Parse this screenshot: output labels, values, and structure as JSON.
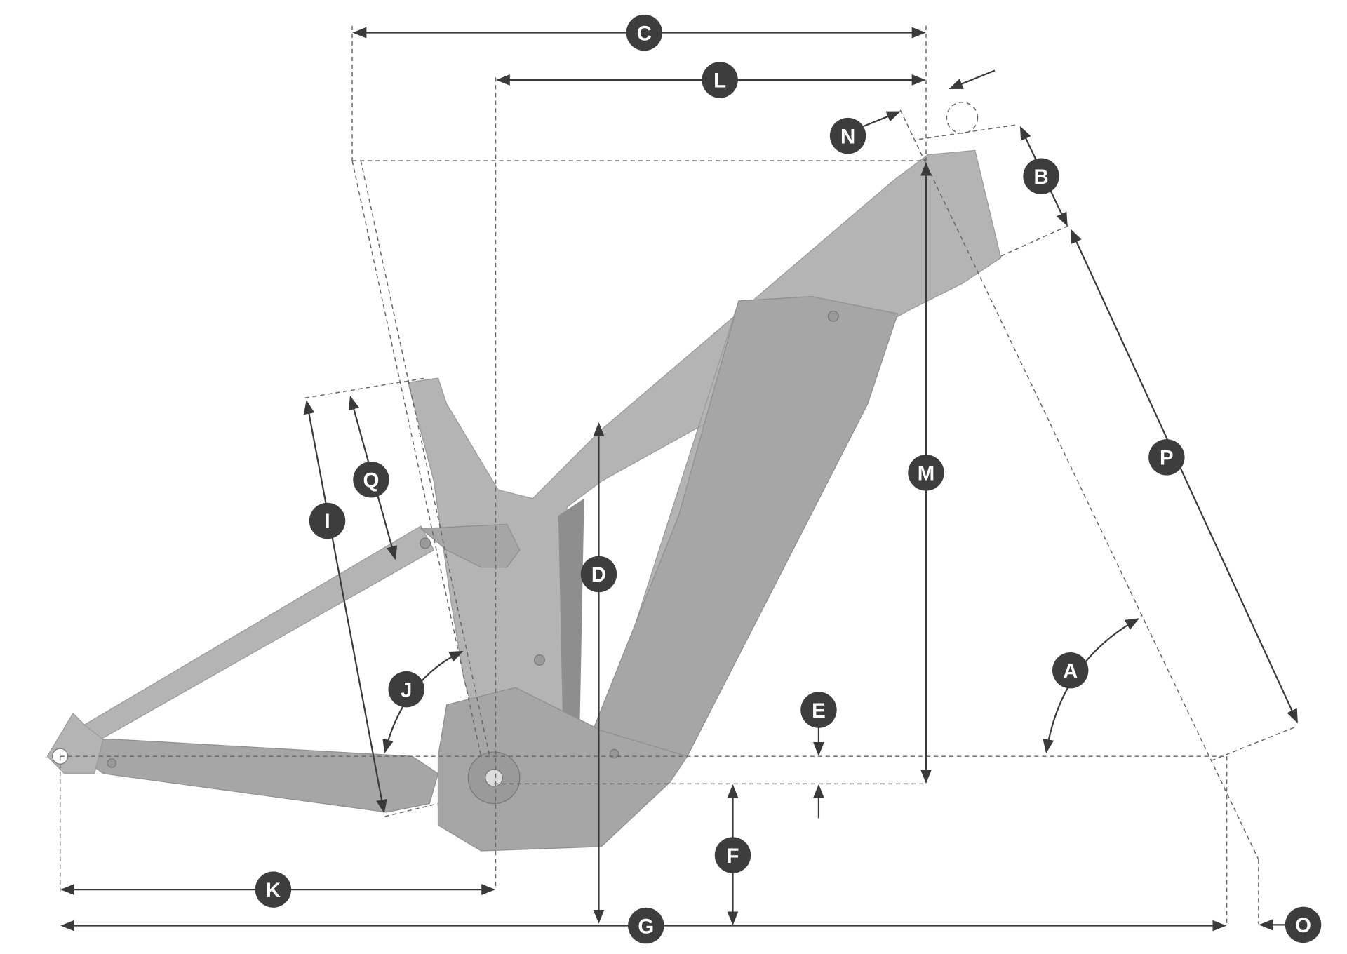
{
  "title": "Frame geometry diagram",
  "labels": {
    "A": "A",
    "B": "B",
    "C": "C",
    "D": "D",
    "E": "E",
    "F": "F",
    "G": "G",
    "I": "I",
    "J": "J",
    "K": "K",
    "L": "L",
    "M": "M",
    "N": "N",
    "O": "O",
    "P": "P",
    "Q": "Q"
  },
  "colors": {
    "frame": "#b4b4b4",
    "label_bg": "#3d3d3d",
    "lines": "#3a3a3a"
  }
}
